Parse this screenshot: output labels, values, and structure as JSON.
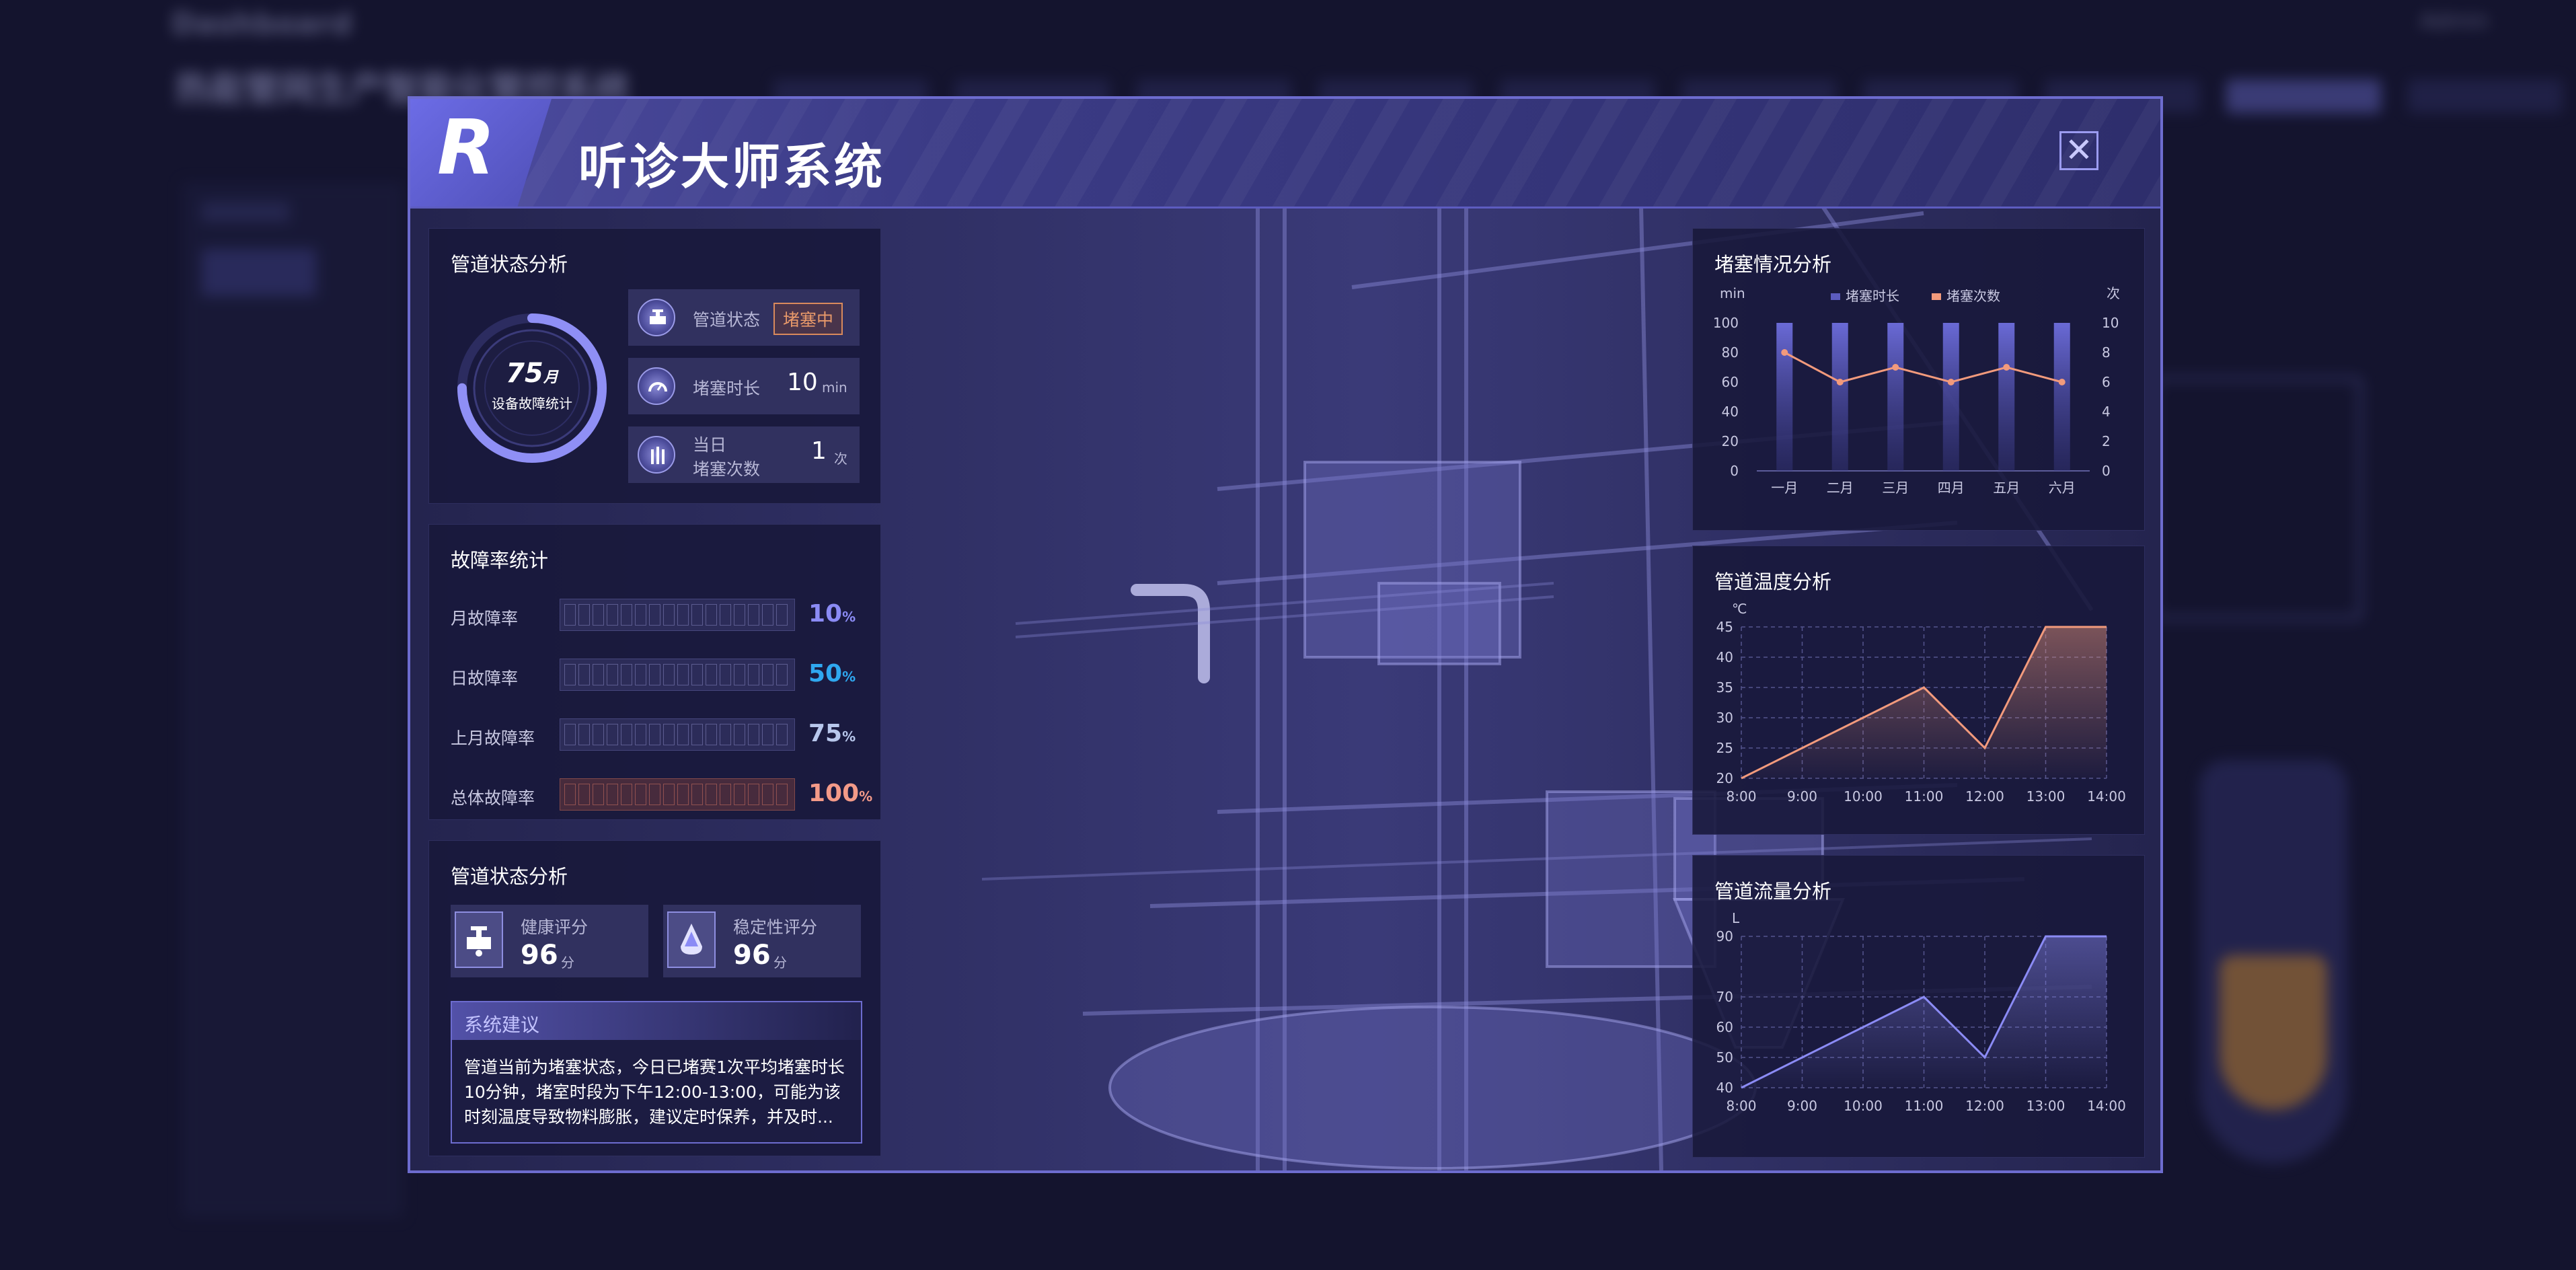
{
  "background": {
    "app_logo": "Dashboard",
    "user_label": "Admin",
    "page_title": "热能管网生产智能化管控系统",
    "nav_items": [
      "",
      "",
      "",
      "",
      "",
      "",
      "",
      "",
      "",
      ""
    ]
  },
  "modal": {
    "logo_letter": "R",
    "title": "听诊大师系统",
    "close_label": "✕"
  },
  "status_panel": {
    "title": "管道状态分析",
    "ring": {
      "value": "75",
      "unit": "月",
      "label": "设备故障统计",
      "percent": 0.75
    },
    "cards": [
      {
        "label": "管道状态",
        "badge": "堵塞中",
        "icon": "valve-icon"
      },
      {
        "label": "堵塞时长",
        "value": "10",
        "unit": "min",
        "icon": "gauge-icon"
      },
      {
        "label_lines": [
          "当日",
          "堵塞次数"
        ],
        "value": "1",
        "unit": "次",
        "icon": "pipe-icon"
      }
    ]
  },
  "fault_panel": {
    "title": "故障率统计",
    "rows": [
      {
        "label": "月故障率",
        "value": "10",
        "unit": "%",
        "color": "#8b8bf5",
        "warn": false,
        "fill": 0.1
      },
      {
        "label": "日故障率",
        "value": "50",
        "unit": "%",
        "color": "#2fa8f0",
        "warn": false,
        "fill": 0.5
      },
      {
        "label": "上月故障率",
        "value": "75",
        "unit": "%",
        "color": "#b8c7ec",
        "warn": false,
        "fill": 0.75
      },
      {
        "label": "总体故障率",
        "value": "100",
        "unit": "%",
        "color": "#f39a88",
        "warn": true,
        "fill": 1.0
      }
    ]
  },
  "health_panel": {
    "title": "管道状态分析",
    "scores": [
      {
        "label": "健康评分",
        "value": "96",
        "unit": "分",
        "icon": "valve-icon"
      },
      {
        "label": "稳定性评分",
        "value": "96",
        "unit": "分",
        "icon": "droplet-icon"
      }
    ],
    "advice_title": "系统建议",
    "advice_text": "管道当前为堵塞状态，今日已堵赛1次平均堵塞时长10分钟，堵室时段为下午12:00-13:00，可能为该时刻温度导致物料膨胀，建议定时保养，并及时..."
  },
  "charts": {
    "blockage": {
      "title": "堵塞情况分析",
      "left_unit": "min",
      "right_unit": "次",
      "legend": [
        {
          "name": "堵塞时长",
          "color": "#5c5cbf"
        },
        {
          "name": "堵塞次数",
          "color": "#f29a7c"
        }
      ]
    },
    "temperature": {
      "title": "管道温度分析",
      "unit": "℃"
    },
    "flow": {
      "title": "管道流量分析",
      "unit": "L"
    }
  },
  "chart_data": [
    {
      "type": "bar",
      "title": "堵塞情况分析",
      "categories": [
        "一月",
        "二月",
        "三月",
        "四月",
        "五月",
        "六月"
      ],
      "ylim": [
        0,
        100
      ],
      "y2lim": [
        0,
        10
      ],
      "yticks": [
        0,
        20,
        40,
        60,
        80,
        100
      ],
      "y2ticks": [
        0,
        2,
        4,
        6,
        8,
        10
      ],
      "series": [
        {
          "name": "堵塞时长",
          "kind": "bar",
          "values": [
            100,
            100,
            100,
            100,
            100,
            100
          ],
          "color": "#5c5cbf"
        },
        {
          "name": "堵塞次数",
          "kind": "line",
          "axis": "right",
          "values": [
            8,
            6,
            7,
            6,
            7,
            6
          ],
          "color": "#f29a7c"
        }
      ]
    },
    {
      "type": "area",
      "title": "管道温度分析",
      "ylabel": "℃",
      "x": [
        "8:00",
        "9:00",
        "10:00",
        "11:00",
        "12:00",
        "13:00",
        "14:00"
      ],
      "ylim": [
        20,
        45
      ],
      "yticks": [
        20,
        25,
        30,
        35,
        40,
        45
      ],
      "series": [
        {
          "name": "",
          "points": [
            [
              0,
              20
            ],
            [
              3,
              35
            ],
            [
              4,
              25
            ],
            [
              5,
              45
            ],
            [
              6,
              45
            ]
          ],
          "color": "#f29a7c"
        }
      ]
    },
    {
      "type": "area",
      "title": "管道流量分析",
      "ylabel": "L",
      "x": [
        "8:00",
        "9:00",
        "10:00",
        "11:00",
        "12:00",
        "13:00",
        "14:00"
      ],
      "ylim": [
        40,
        90
      ],
      "yticks": [
        40,
        50,
        60,
        70,
        90
      ],
      "series": [
        {
          "name": "",
          "points": [
            [
              0,
              40
            ],
            [
              3,
              70
            ],
            [
              4,
              50
            ],
            [
              5,
              90
            ],
            [
              6,
              90
            ]
          ],
          "color": "#8b8bf5"
        }
      ]
    }
  ]
}
